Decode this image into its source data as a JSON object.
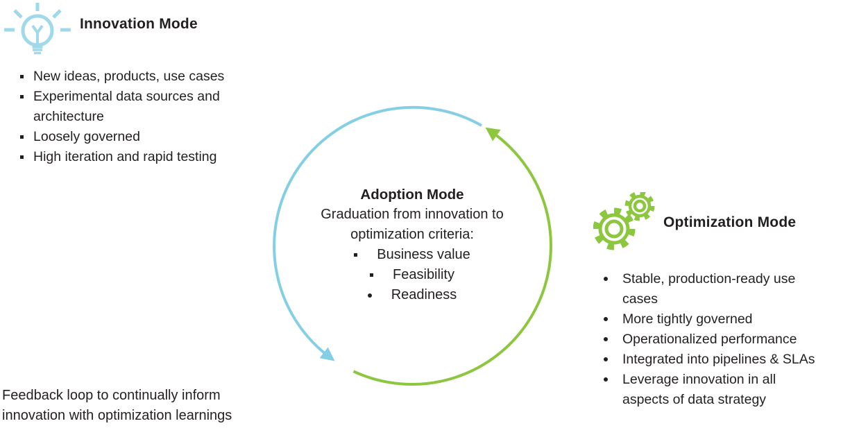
{
  "colors": {
    "arrow_blue": "#85cfe4",
    "arrow_green": "#8dc63f",
    "icon_blue": "#a0d9e9",
    "icon_green": "#8dc63f",
    "text": "#231f20"
  },
  "innovation": {
    "title": "Innovation Mode",
    "icon": "lightbulb-icon",
    "items": [
      "New ideas, products, use cases",
      "Experimental data sources and architecture",
      "Loosely governed",
      "High iteration and rapid testing"
    ]
  },
  "adoption": {
    "title": "Adoption Mode",
    "subtitle_lines": [
      "Graduation from innovation to",
      "optimization criteria:"
    ],
    "criteria": [
      "Business value",
      "Feasibility",
      "Readiness"
    ]
  },
  "optimization": {
    "title": "Optimization Mode",
    "icon": "gears-icon",
    "items": [
      "Stable, production-ready use cases",
      "More tightly governed",
      "Operationalized performance",
      "Integrated into pipelines & SLAs",
      "Leverage innovation in all aspects of data strategy"
    ]
  },
  "footer": {
    "text": "Feedback loop to continually inform innovation with optimization learnings"
  }
}
